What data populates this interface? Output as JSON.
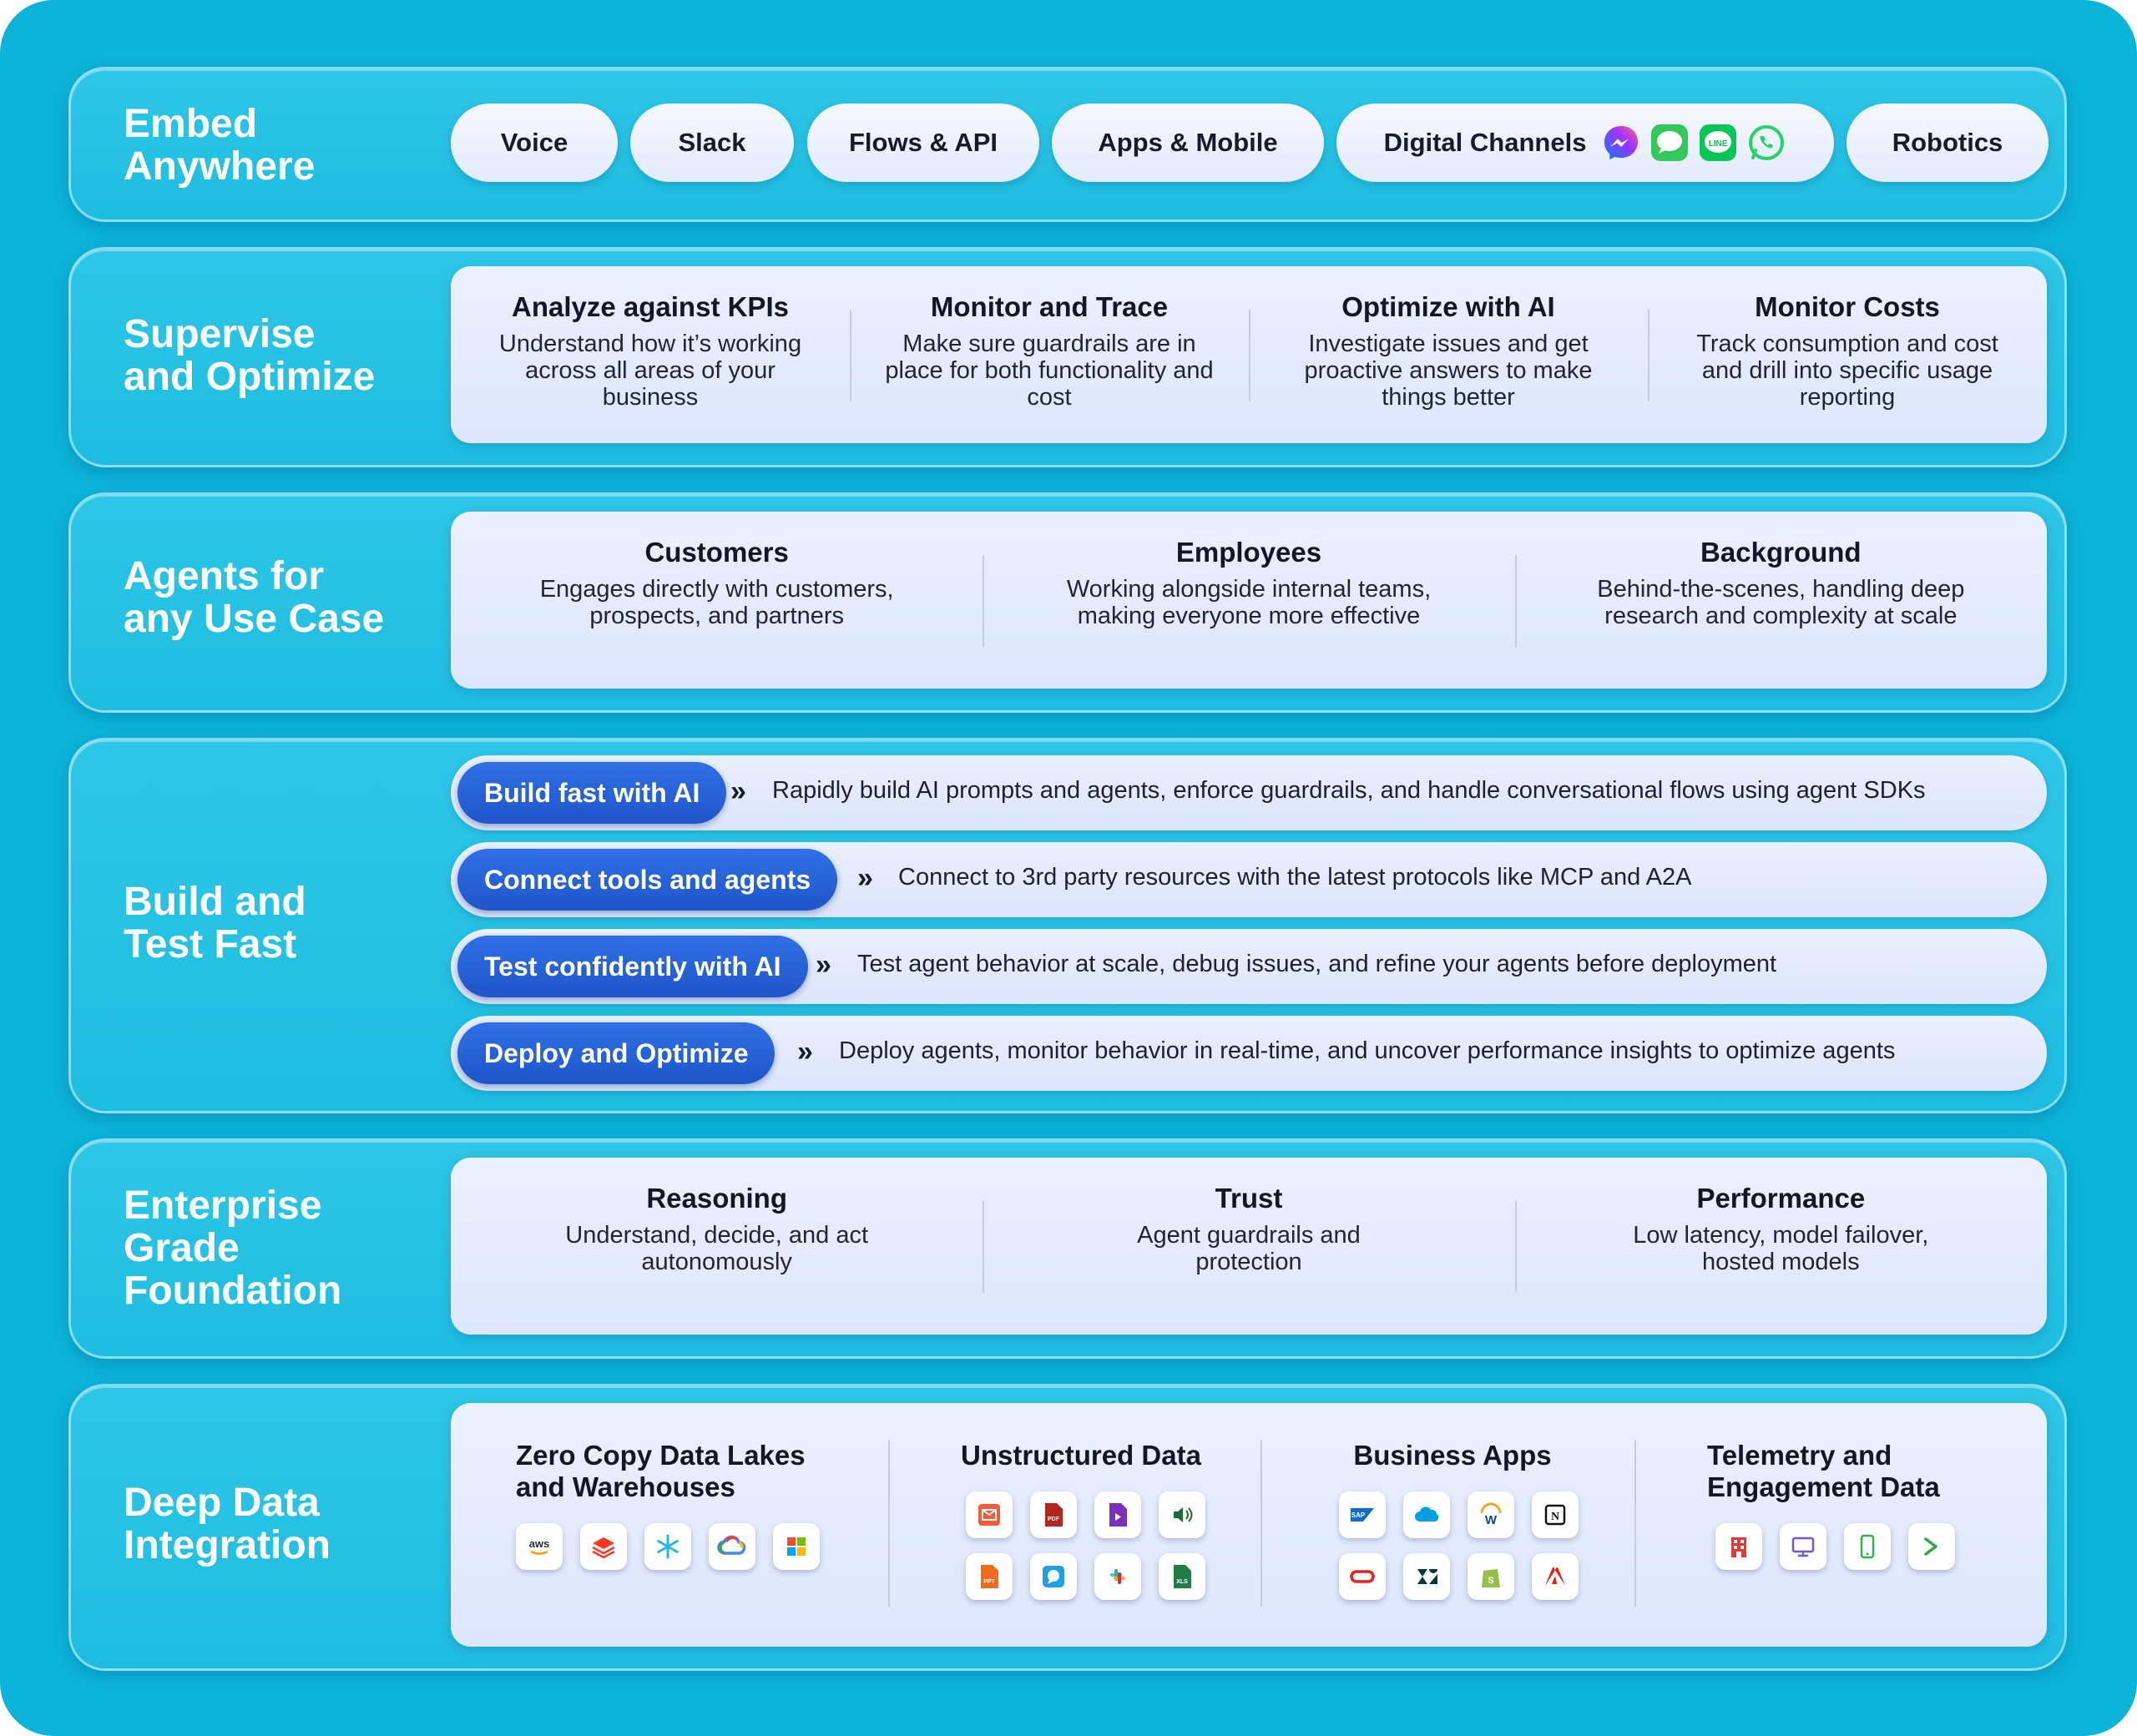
{
  "rows": {
    "embed": {
      "title": "Embed\nAnywhere",
      "pills": [
        "Voice",
        "Slack",
        "Flows & API",
        "Apps & Mobile",
        "Digital Channels",
        "Robotics"
      ],
      "channel_icons": [
        "messenger-icon",
        "imessage-icon",
        "line-icon",
        "whatsapp-icon"
      ]
    },
    "supervise": {
      "title": "Supervise\nand Optimize",
      "columns": [
        {
          "title": "Analyze against KPIs",
          "desc": "Understand how it’s working across all areas of your business"
        },
        {
          "title": "Monitor and Trace",
          "desc": "Make sure guardrails are in place for both functionality and cost"
        },
        {
          "title": "Optimize with AI",
          "desc": "Investigate issues and get proactive answers to make things better"
        },
        {
          "title": "Monitor Costs",
          "desc": "Track consumption and cost and drill into specific usage reporting"
        }
      ]
    },
    "agents": {
      "title": "Agents for\nany Use Case",
      "columns": [
        {
          "title": "Customers",
          "desc": "Engages directly with customers, prospects, and partners"
        },
        {
          "title": "Employees",
          "desc": "Working alongside internal teams, making everyone more effective"
        },
        {
          "title": "Background",
          "desc": "Behind-the-scenes, handling deep research and complexity at scale"
        }
      ]
    },
    "build": {
      "title": "Build and\nTest Fast",
      "items": [
        {
          "label": "Build fast with AI",
          "chevron": "»",
          "text": "Rapidly build AI prompts and agents, enforce guardrails, and handle conversational flows using agent SDKs"
        },
        {
          "label": "Connect tools and agents",
          "chevron": "»",
          "text": "Connect to 3rd party resources with the latest protocols like MCP and A2A"
        },
        {
          "label": "Test confidently with AI",
          "chevron": "»",
          "text": "Test agent behavior at scale, debug issues, and refine your agents before deployment"
        },
        {
          "label": "Deploy and Optimize",
          "chevron": "»",
          "text": "Deploy agents, monitor behavior in real-time, and uncover performance insights to optimize agents"
        }
      ]
    },
    "foundation": {
      "title": "Enterprise\nGrade\nFoundation",
      "columns": [
        {
          "title": "Reasoning",
          "desc": "Understand, decide, and act autonomously"
        },
        {
          "title": "Trust",
          "desc": "Agent guardrails and protection"
        },
        {
          "title": "Performance",
          "desc": "Low latency, model failover, hosted models"
        }
      ]
    },
    "data": {
      "title": "Deep Data\nIntegration",
      "groups": [
        {
          "title": "Zero Copy Data Lakes\nand Warehouses",
          "icons": [
            "aws-icon",
            "databricks-icon",
            "snowflake-icon",
            "google-cloud-icon",
            "microsoft-icon"
          ]
        },
        {
          "title": "Unstructured Data",
          "icons": [
            "email-icon",
            "pdf-icon",
            "video-icon",
            "audio-icon",
            "ppt-icon",
            "chat-icon",
            "slack-icon",
            "spreadsheet-icon"
          ]
        },
        {
          "title": "Business Apps",
          "icons": [
            "sap-icon",
            "salesforce-cloud-icon",
            "workday-icon",
            "notion-icon",
            "oracle-icon",
            "zendesk-icon",
            "shopify-icon",
            "adobe-icon"
          ]
        },
        {
          "title": "Telemetry and\nEngagement Data",
          "icons": [
            "office-building-icon",
            "desktop-icon",
            "mobile-icon",
            "terminal-icon"
          ]
        }
      ]
    }
  },
  "colors": {
    "background": "#0cb4d9",
    "row_fill": "#1ebde0",
    "panel_fill": "#e4ecfc",
    "action_blue": "#2563d6",
    "text_dark": "#131c2e"
  }
}
